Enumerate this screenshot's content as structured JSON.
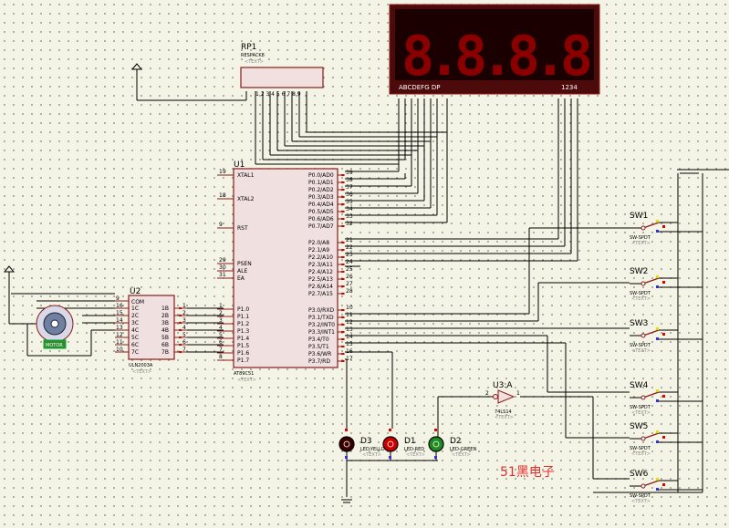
{
  "rp1": {
    "ref": "RP1",
    "value": "RESPACK8",
    "text": "<TEXT>",
    "pins": "1 2 3 4 5 6 7 8 9"
  },
  "display": {
    "digits": "8.8.8.8",
    "seg_label": "ABCDEFG  DP",
    "com_label": "1234"
  },
  "u1": {
    "ref": "U1",
    "part": "AT89C51",
    "text": "<TEXT>",
    "left_pins": [
      "XTAL1",
      "XTAL2",
      "RST",
      "PSEN",
      "ALE",
      "EA",
      "P1.0",
      "P1.1",
      "P1.2",
      "P1.3",
      "P1.4",
      "P1.5",
      "P1.6",
      "P1.7"
    ],
    "left_nums": [
      "19",
      "18",
      "9",
      "29",
      "30",
      "31",
      "1",
      "2",
      "3",
      "4",
      "5",
      "6",
      "7",
      "8"
    ],
    "p0_pins": [
      "P0.0/AD0",
      "P0.1/AD1",
      "P0.2/AD2",
      "P0.3/AD3",
      "P0.4/AD4",
      "P0.5/AD5",
      "P0.6/AD6",
      "P0.7/AD7"
    ],
    "p0_nums": [
      "39",
      "38",
      "37",
      "36",
      "35",
      "34",
      "33",
      "32"
    ],
    "p2_pins": [
      "P2.0/A8",
      "P2.1/A9",
      "P2.2/A10",
      "P2.3/A11",
      "P2.4/A12",
      "P2.5/A13",
      "P2.6/A14",
      "P2.7/A15"
    ],
    "p2_nums": [
      "21",
      "22",
      "23",
      "24",
      "25",
      "26",
      "27",
      "28"
    ],
    "p3_pins": [
      "P3.0/RXD",
      "P3.1/TXD",
      "P3.2/INT0",
      "P3.3/INT1",
      "P3.4/T0",
      "P3.5/T1",
      "P3.6/WR",
      "P3.7/RD"
    ],
    "p3_nums": [
      "10",
      "11",
      "12",
      "13",
      "14",
      "15",
      "16",
      "17"
    ]
  },
  "u2": {
    "ref": "U2",
    "part": "ULN2003A",
    "text": "<TEXT>",
    "com": "COM",
    "in_pins": [
      "1C",
      "2C",
      "3C",
      "4C",
      "5C",
      "6C",
      "7C"
    ],
    "out_pins": [
      "1B",
      "2B",
      "3B",
      "4B",
      "5B",
      "6B",
      "7B"
    ],
    "left_nums": [
      "9",
      "16",
      "15",
      "14",
      "13",
      "12",
      "11",
      "10"
    ],
    "right_nums": [
      "1",
      "2",
      "3",
      "4",
      "5",
      "6",
      "7"
    ]
  },
  "motor": {
    "label": "MOTOR"
  },
  "u3": {
    "ref": "U3:A",
    "part": "74LS14",
    "text": "<TEXT>",
    "pin_in": "1",
    "pin_out": "2"
  },
  "leds": [
    {
      "ref": "D3",
      "part": "LED-YELLOW",
      "text": "<TEXT>",
      "color": "#3a0000"
    },
    {
      "ref": "D1",
      "part": "LED-RED",
      "text": "<TEXT>",
      "color": "#cc0000"
    },
    {
      "ref": "D2",
      "part": "LED-GREEN",
      "text": "<TEXT>",
      "color": "#1f8a1f"
    }
  ],
  "switches": [
    {
      "ref": "SW1",
      "part": "SW-SPDT",
      "text": "<TEXT>"
    },
    {
      "ref": "SW2",
      "part": "SW-SPDT",
      "text": "<TEXT>"
    },
    {
      "ref": "SW3",
      "part": "SW-SPDT",
      "text": "<TEXT>"
    },
    {
      "ref": "SW4",
      "part": "SW-SPDT",
      "text": "<TEXT>"
    },
    {
      "ref": "SW5",
      "part": "SW-SPDT",
      "text": "<TEXT>"
    },
    {
      "ref": "SW6",
      "part": "SW-SPDT",
      "text": "<TEXT>"
    }
  ],
  "watermark": "51黑电子",
  "colors": {
    "component": "#8b1a1a",
    "pin_end": "#e00000",
    "background": "#f3f3e6",
    "display_segment": "#8a0000"
  }
}
